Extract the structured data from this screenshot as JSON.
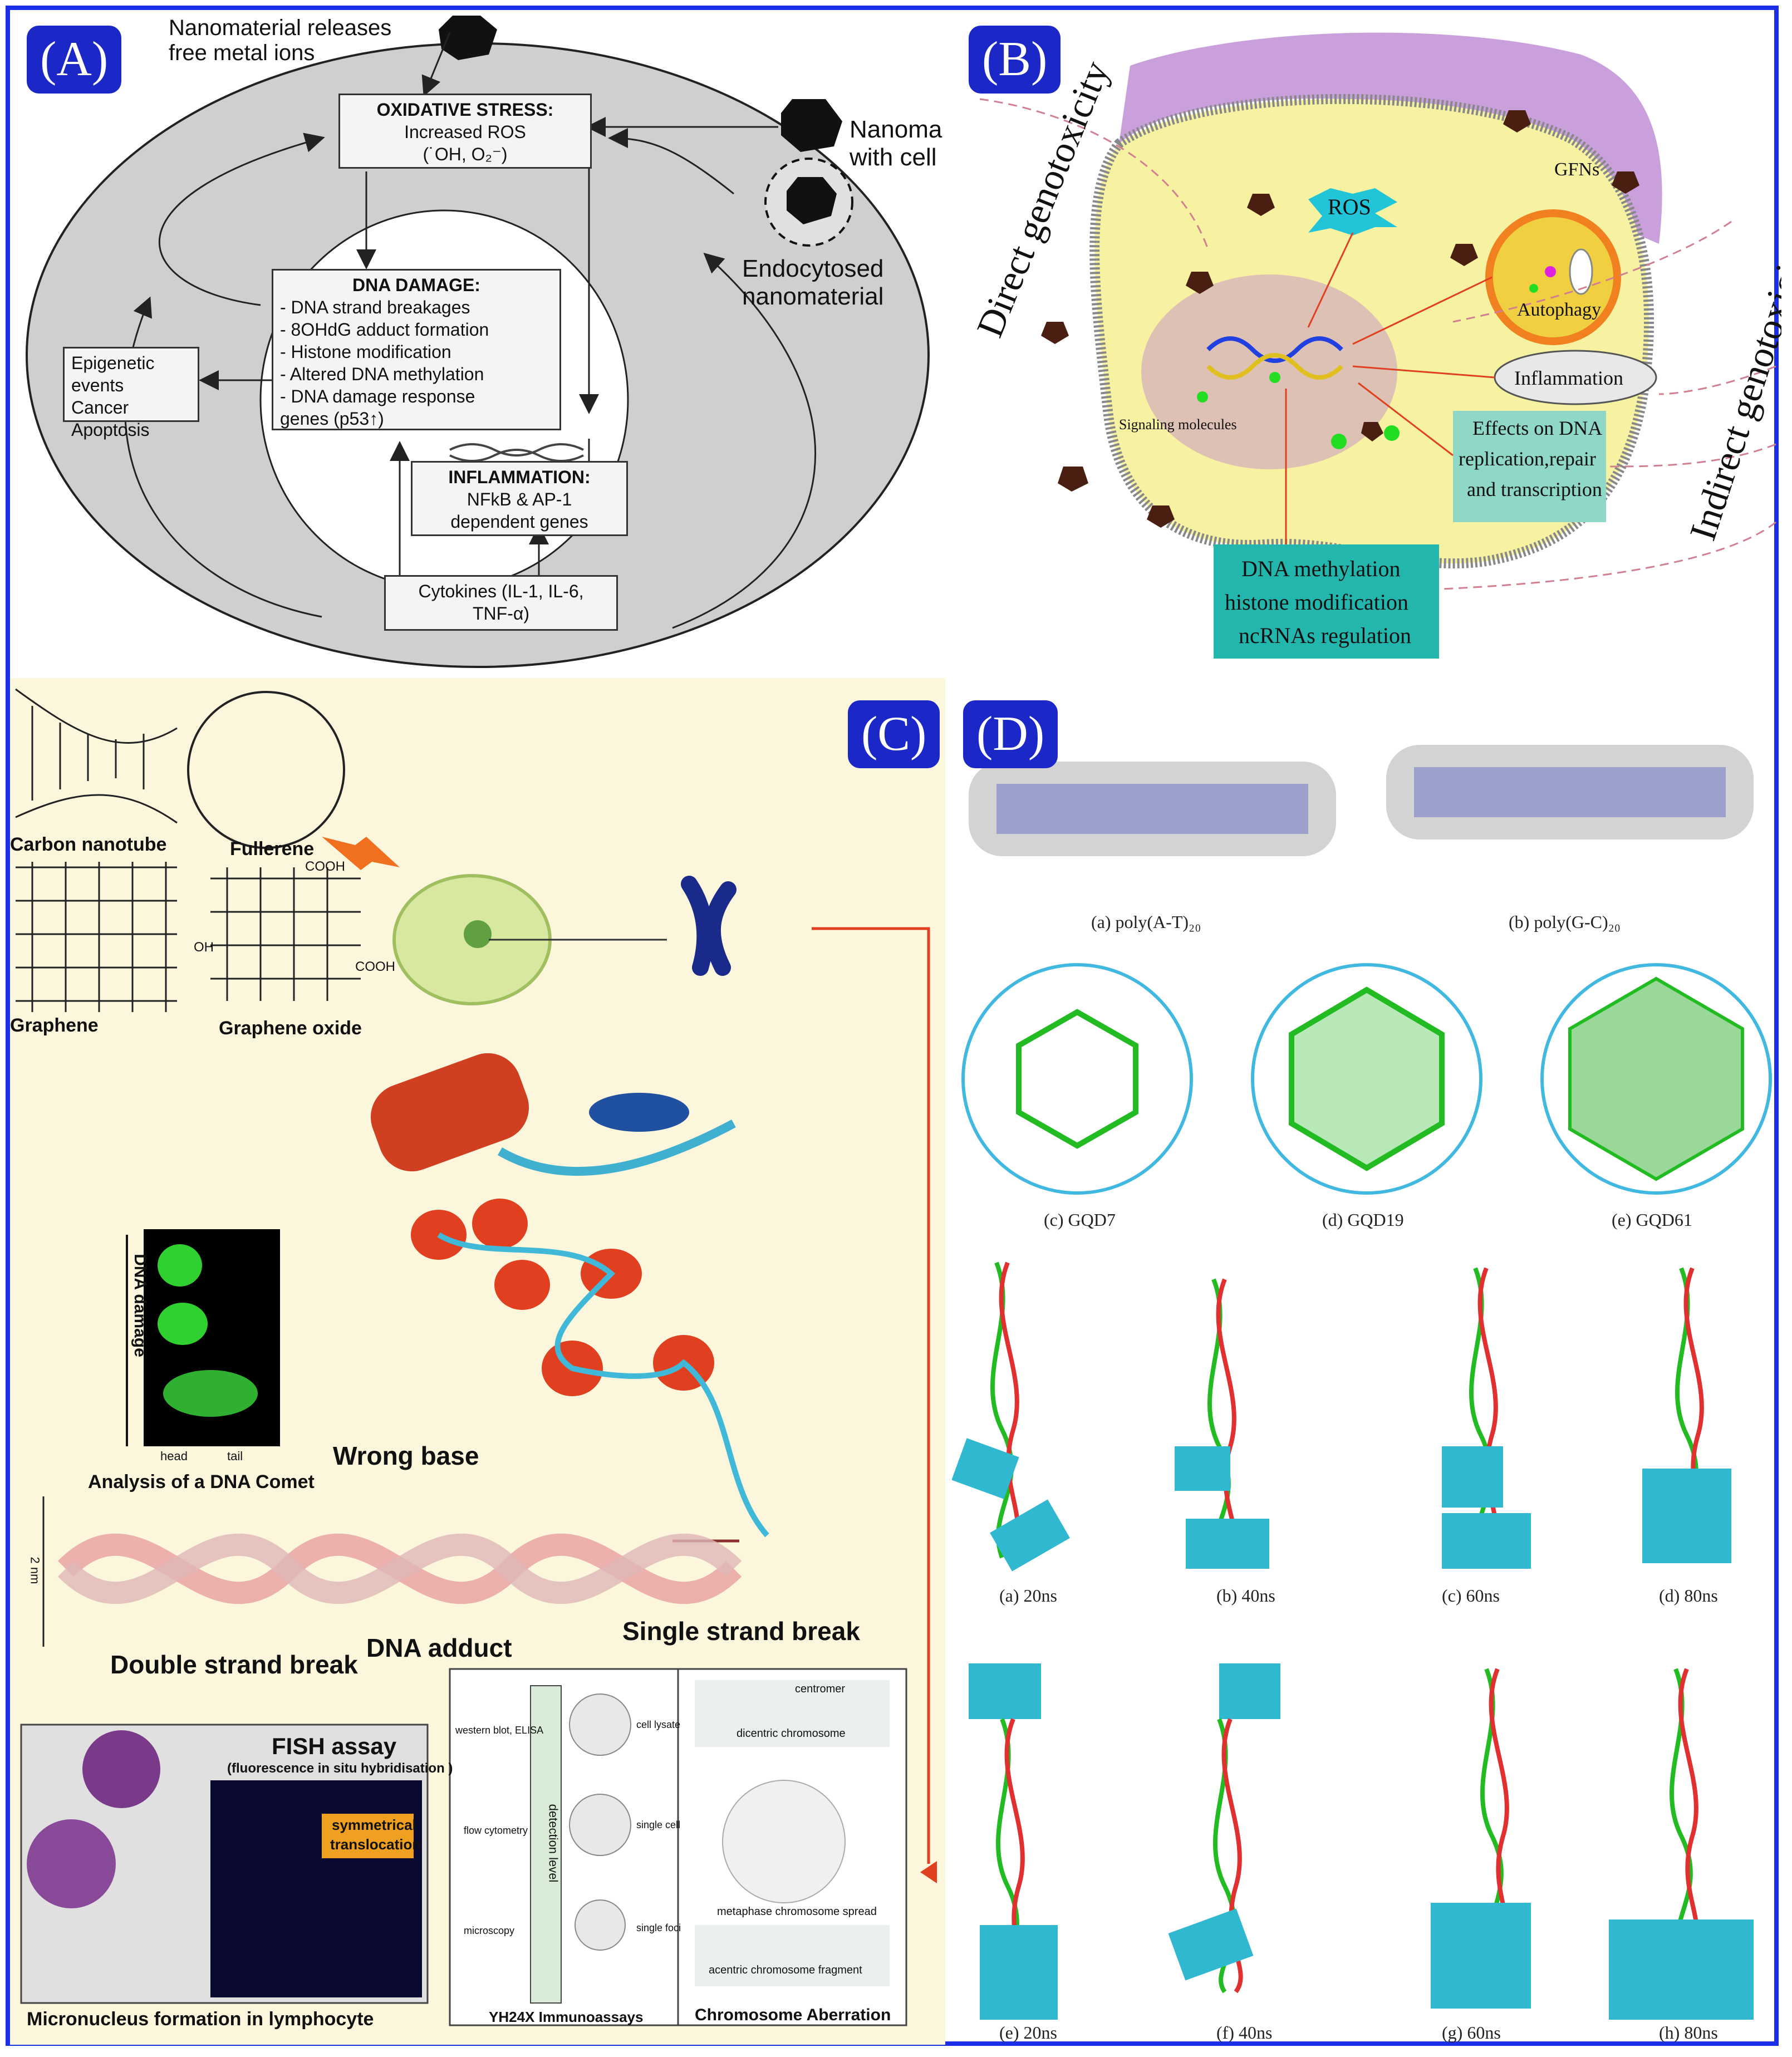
{
  "panels": {
    "A": {
      "label": "(A)",
      "release_text": [
        "Nanomaterial releases",
        "free metal ions"
      ],
      "nano_interact": [
        "Nanoma",
        "with cell"
      ],
      "endocytosed": [
        "Endocytosed",
        "nanomaterial"
      ],
      "oxidative": {
        "title": "OXIDATIVE STRESS:",
        "line1": "Increased ROS",
        "line2": "(˙OH, O₂⁻)"
      },
      "dna_damage": {
        "title": "DNA DAMAGE:",
        "items": [
          "- DNA strand breakages",
          "- 8OHdG adduct formation",
          "- Histone modification",
          "- Altered DNA methylation",
          "- DNA damage response",
          "  genes (p53↑)"
        ]
      },
      "epigenetic": [
        "Epigenetic events",
        "Cancer",
        "Apoptosis"
      ],
      "inflammation": {
        "title": "INFLAMMATION:",
        "line1": "NFkB & AP-1",
        "line2": "dependent genes"
      },
      "cytokines": [
        "Cytokines (IL-1, IL-6,",
        "TNF-α)"
      ]
    },
    "B": {
      "label": "(B)",
      "direct": "Direct genotoxicity",
      "indirect": "Indirect genotoxicity",
      "gfns": "GFNs",
      "ros": "ROS",
      "autophagy": "Autophagy",
      "inflammation": "Inflammation",
      "signaling": "Signaling molecules",
      "effects": [
        "Effects on DNA",
        "replication,repair",
        "and transcription"
      ],
      "methylation": [
        "DNA methylation",
        "histone modification",
        "ncRNAs regulation"
      ]
    },
    "C": {
      "label": "(C)",
      "carbon_nanotube": "Carbon nanotube",
      "fullerene": "Fullerene",
      "graphene": "Graphene",
      "graphene_oxide": "Graphene oxide",
      "cooh1": "COOH",
      "cooh2": "COOH",
      "oh": "OH",
      "dna_damage_axis": "DNA damage",
      "head": "head",
      "tail": "tail",
      "comet_caption": "Analysis of a DNA Comet",
      "wrong_base": "Wrong base",
      "two_nm": "2 nm",
      "double_strand": "Double strand break",
      "dna_adduct": "DNA adduct",
      "single_strand": "Single strand break",
      "fish_title": "FISH assay",
      "fish_sub": "(fluorescence in situ hybridisation )",
      "sym_trans": [
        "symmetrical",
        "translocation"
      ],
      "micronucleus": "Micronucleus formation in lymphocyte",
      "yh2ax": "YH24X Immunoassays",
      "detection_level": "detection level",
      "methods": [
        "western blot, ELISA",
        "flow cytometry",
        "microscopy"
      ],
      "levels": [
        "cell lysate",
        "single cell",
        "single foci"
      ],
      "chrom_aberration": "Chromosome Aberration",
      "centromer": "centromer",
      "dicentric": "dicentric chromosome",
      "metaphase": "metaphase chromosome spread",
      "acentric": "acentric chromosome fragment"
    },
    "D": {
      "label": "(D)",
      "dna_captions": [
        "(a) poly(A-T)₂₀",
        "(b) poly(G-C)₂₀"
      ],
      "gqd_captions": [
        "(c) GQD7",
        "(d) GQD19",
        "(e) GQD61"
      ],
      "row1": [
        "(a) 20ns",
        "(b) 40ns",
        "(c) 60ns",
        "(d) 80ns"
      ],
      "row2": [
        "(e) 20ns",
        "(f) 40ns",
        "(g) 60ns",
        "(h) 80ns"
      ]
    }
  },
  "colors": {
    "frame": "#1b2ee8",
    "label_bg": "#1c27c8",
    "cell_outer": "#cfcfcf",
    "panelB_cell": "#f7f2a2",
    "panelB_membrane": "#c9a0dc",
    "panelC_bg": "#fbf6dc",
    "teal": "#22b6ad",
    "arrow": "#e04020",
    "gqd_green": "#22bb22"
  }
}
